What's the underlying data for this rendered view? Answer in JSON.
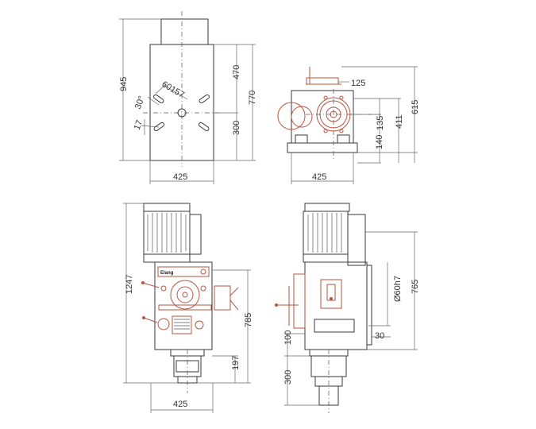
{
  "views": {
    "top": {
      "dim_height": "945",
      "dim_upper": "470",
      "dim_total_right": "770",
      "dim_lower": "300",
      "dim_width": "425",
      "dim_slot": "60",
      "dim_slot_len": "157",
      "dim_angle": "30°",
      "dim_slot_w": "17"
    },
    "side_top": {
      "dim_top": "125",
      "dim_135": "135",
      "dim_140": "140",
      "dim_411": "411",
      "dim_615": "615",
      "dim_width": "425"
    },
    "front": {
      "dim_height": "1247",
      "dim_785": "785",
      "dim_197": "197",
      "dim_width": "425",
      "brand": "Elang"
    },
    "side": {
      "dim_shaft": "Ø60h7",
      "dim_765": "765",
      "dim_30": "30",
      "dim_100": "100",
      "dim_300": "300"
    }
  }
}
